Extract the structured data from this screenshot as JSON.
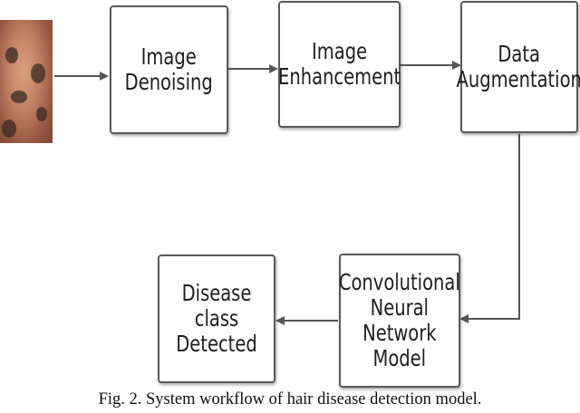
{
  "nodes": {
    "denoising": "Image\nDenoising",
    "enhancement": "Image\nEnhancement",
    "augmentation": "Data\nAugmentation",
    "cnn": "Convolutional\nNeural\nNetwork\nModel",
    "detected": "Disease class\nDetected"
  },
  "caption": "Fig. 2. System workflow of hair disease detection model.",
  "colors": {
    "box_border": "#5a5a5a",
    "arrow": "#555555",
    "text": "#1e1e1e"
  }
}
